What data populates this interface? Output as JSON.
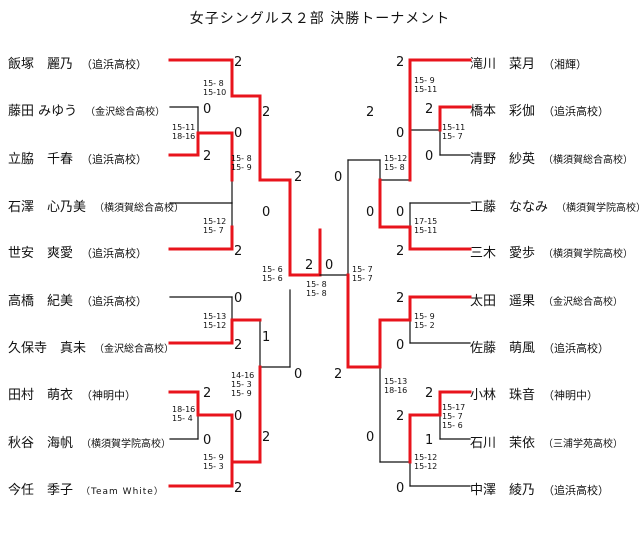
{
  "title": "女子シングルス２部 決勝トーナメント",
  "left_players": [
    {
      "name": "飯塚　麗乃",
      "team": "（追浜高校）"
    },
    {
      "name": "藤田 みゆう",
      "team": "（金沢総合高校）"
    },
    {
      "name": "立脇　千春",
      "team": "（追浜高校）"
    },
    {
      "name": "石澤　心乃美",
      "team": "（横須賀総合高校）"
    },
    {
      "name": "世安　爽愛",
      "team": "（追浜高校）"
    },
    {
      "name": "高橋　紀美",
      "team": "（追浜高校）"
    },
    {
      "name": "久保寺　真未",
      "team": "（金沢総合高校）"
    },
    {
      "name": "田村　萌衣",
      "team": "（神明中）"
    },
    {
      "name": "秋谷　海帆",
      "team": "（横須賀学院高校）"
    },
    {
      "name": "今任　季子",
      "team": "（Team White）"
    }
  ],
  "right_players": [
    {
      "name": "滝川　菜月",
      "team": "（湘輝）"
    },
    {
      "name": "橋本　彩伽",
      "team": "（追浜高校）"
    },
    {
      "name": "清野　紗英",
      "team": "（横須賀総合高校）"
    },
    {
      "name": "工藤　ななみ",
      "team": "（横須賀学院高校）"
    },
    {
      "name": "三木　愛歩",
      "team": "（横須賀学院高校）"
    },
    {
      "name": "太田　遥果",
      "team": "（金沢総合高校）"
    },
    {
      "name": "佐藤　萌風",
      "team": "（追浜高校）"
    },
    {
      "name": "小林　珠音",
      "team": "（神明中）"
    },
    {
      "name": "石川　茉依",
      "team": "（三浦学苑高校）"
    },
    {
      "name": "中澤　綾乃",
      "team": "（追浜高校）"
    }
  ],
  "left_scores": {
    "p1": "2",
    "p2": "0",
    "r2a_top": "0",
    "p3": "2",
    "p4": "0",
    "p5": "2",
    "p6": "0",
    "p7": "2",
    "p8": "2",
    "p9": "0",
    "r2b_top": "0",
    "p10": "2",
    "sf_top": "2",
    "sf_bot": "0",
    "qf_top": "2",
    "qf_bot": "1",
    "final": "2"
  },
  "right_scores": {
    "p1": "2",
    "r2a_top": "2",
    "p2": "0",
    "p3": "0",
    "p4": "0",
    "p5": "2",
    "p6": "2",
    "p7": "0",
    "r2b_top": "2",
    "p8": "2",
    "p9": "1",
    "p10": "0",
    "qf_top": "0",
    "qf_bot": "2",
    "sf_top": "0",
    "sf_bot": "0",
    "final": "0"
  },
  "left_games": {
    "g1a": "15- 8",
    "g1b": "15-10",
    "g2a": "15-11",
    "g2b": "18-16",
    "g3a": "15- 8",
    "g3b": "15- 9",
    "g4a": "15-12",
    "g4b": "15- 7",
    "g5a": "15- 6",
    "g5b": "15- 6",
    "g6a": "15-13",
    "g6b": "15-12",
    "g7a": "14-16",
    "g7b": "15- 3",
    "g7c": "15- 9",
    "g8a": "18-16",
    "g8b": "15- 4",
    "g9a": "15- 9",
    "g9b": "15- 3"
  },
  "right_games": {
    "g1a": "15- 9",
    "g1b": "15-11",
    "g2a": "15-11",
    "g2b": "15- 7",
    "g3a": "15-12",
    "g3b": "15- 8",
    "g4a": "17-15",
    "g4b": "15-11",
    "g5a": "15- 7",
    "g5b": "15- 7",
    "g6a": "15- 9",
    "g6b": "15- 2",
    "g7a": "15-13",
    "g7b": "18-16",
    "g8a": "15-17",
    "g8b": "15- 7",
    "g8c": "15- 6",
    "g9a": "15-12",
    "g9b": "15-12"
  },
  "final_games": {
    "a": "15- 8",
    "b": "15- 8"
  },
  "colors": {
    "win": "#e8141c",
    "line": "#111111"
  }
}
